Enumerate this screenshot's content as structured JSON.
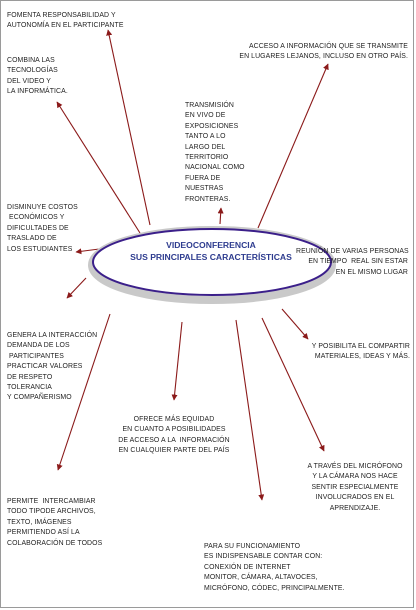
{
  "colors": {
    "arrow": "#8b1a1a",
    "ellipse_stroke": "#3b1f8a",
    "ellipse_shadow": "#c9c9c9",
    "title": "#2e3c8f",
    "text": "#1f1f1f"
  },
  "hub": {
    "line1": "VIDEOCONFERENCIA",
    "line2": "SUS PRINCIPALES CARACTERÍSTICAS"
  },
  "labels": [
    {
      "id": "fomenta",
      "text": "FOMENTA RESPONSABILIDAD Y\nAUTONOMÍA EN EL PARTICIPANTE"
    },
    {
      "id": "acceso-lejanos",
      "text": "ACCESO A INFORMACIÓN QUE SE TRANSMITE\nEN LUGARES LEJANOS, INCLUSO EN OTRO PAÍS."
    },
    {
      "id": "combina",
      "text": "COMBINA LAS\nTECNOLOGÍAS\nDEL VIDEO Y\nLA INFORMÁTICA."
    },
    {
      "id": "transmision",
      "text": "TRANSMISIÓN\nEN VIVO DE\nEXPOSICIONES\nTANTO A LO\nLARGO DEL\nTERRITORIO\nNACIONAL COMO\nFUERA DE\nNUESTRAS\nFRONTERAS."
    },
    {
      "id": "disminuye",
      "text": "DISMINUYE COSTOS\n ECONÓMICOS Y\nDIFICULTADES DE\nTRASLADO DE\nLOS ESTUDIANTES"
    },
    {
      "id": "reunion",
      "text": "REUNIÓN DE VARIAS PERSONAS\nEN TIEMPO  REAL SIN ESTAR\nEN EL MISMO LUGAR"
    },
    {
      "id": "interaccion",
      "text": "GENERA LA INTERACCIÓN\nDEMANDA DE LOS\n PARTICIPANTES\nPRACTICAR VALORES\nDE RESPETO\nTOLERANCIA\nY COMPAÑERISMO"
    },
    {
      "id": "compartir",
      "text": "Y POSIBILITA EL COMPARTIR\nMATERIALES, IDEAS Y MÁS."
    },
    {
      "id": "equidad",
      "text": "OFRECE MÁS EQUIDAD\nEN CUANTO A POSIBILIDADES\nDE ACCESO A LA  INFORMACIÓN\nEN CUALQUIER PARTE DEL PAÍS"
    },
    {
      "id": "microfono",
      "text": "A TRAVÉS DEL MICRÓFONO\nY LA CÁMARA NOS HACE\nSENTIR ESPECIALMENTE\nINVOLUCRADOS EN EL\nAPRENDIZAJE."
    },
    {
      "id": "archivos",
      "text": "PERMITE  INTERCAMBIAR\nTODO TIPODE ARCHIVOS,\nTEXTO, IMÁGENES\nPERMITIENDO ASÍ LA\nCOLABORACIÓN DE TODOS"
    },
    {
      "id": "funcionamiento",
      "text": "PARA SU FUNCIONAMIENTO\nES INDISPENSABLE CONTAR CON:\nCONEXIÓN DE INTERNET\nMONITOR, CÁMARA, ALTAVOCES,\nMICRÓFONO, CÓDEC, PRINCIPALMENTE."
    }
  ]
}
